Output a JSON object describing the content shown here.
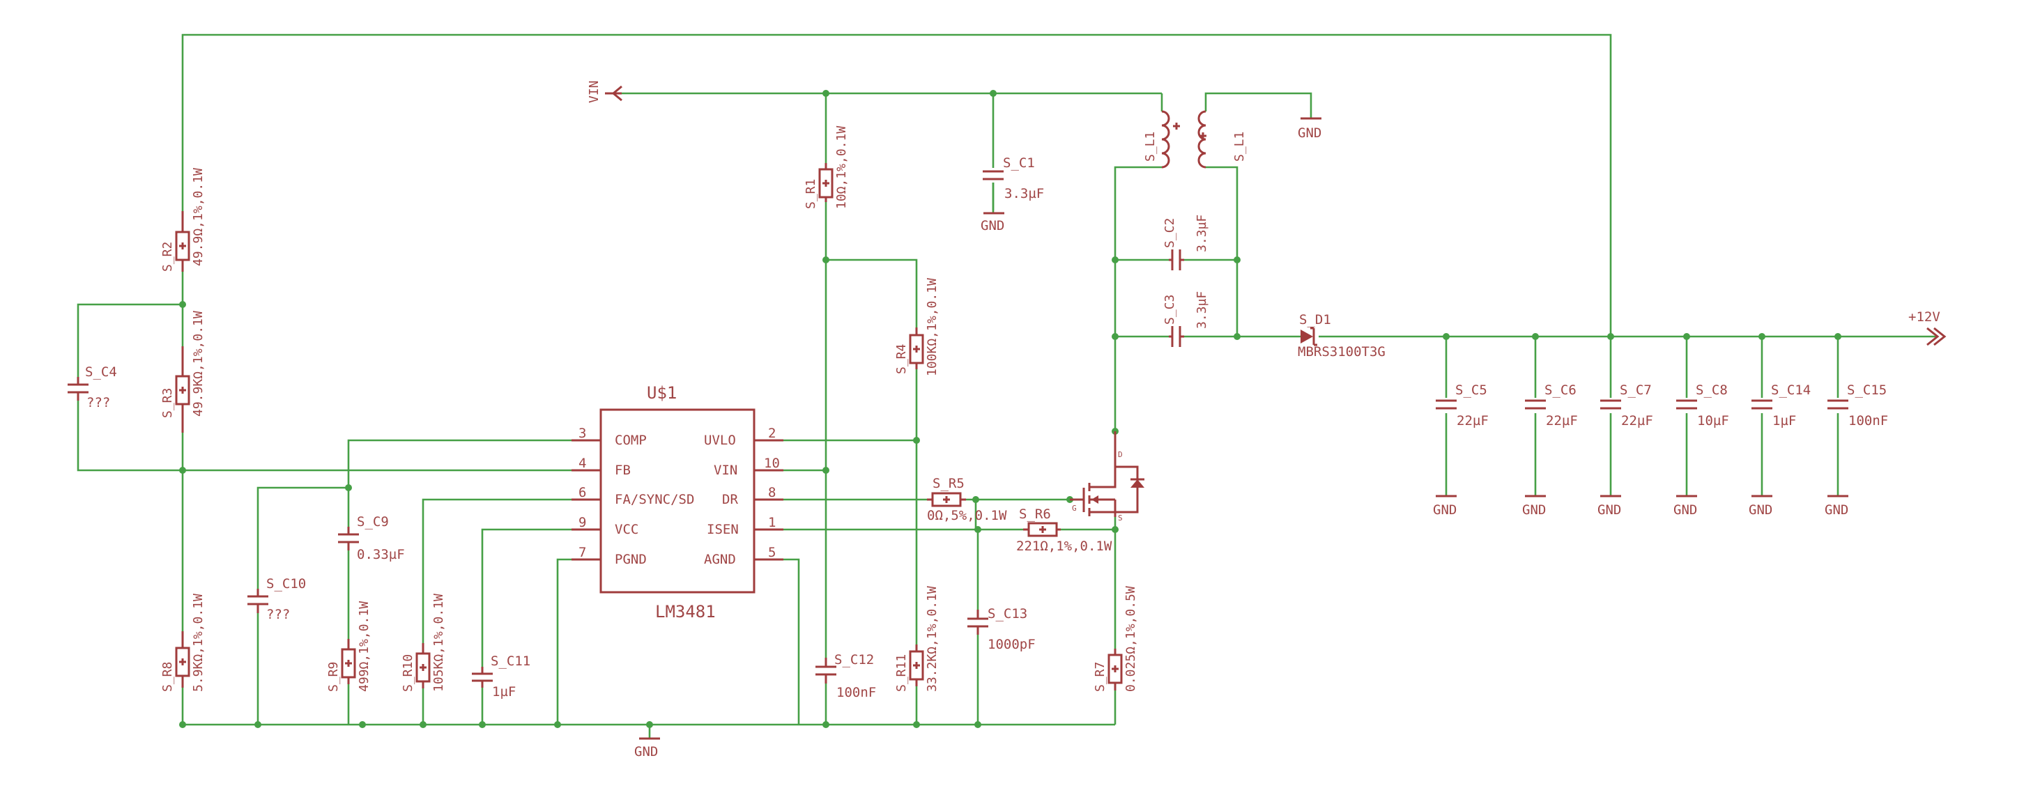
{
  "nets": {
    "vin": "VIN",
    "gnd": "GND",
    "out": "+12V"
  },
  "ic": {
    "ref": "U$1",
    "part": "LM3481",
    "pins": {
      "comp": {
        "num": "3",
        "name": "COMP"
      },
      "fb": {
        "num": "4",
        "name": "FB"
      },
      "fa": {
        "num": "6",
        "name": "FA/SYNC/SD"
      },
      "vcc": {
        "num": "9",
        "name": "VCC"
      },
      "pgnd": {
        "num": "7",
        "name": "PGND"
      },
      "uvlo": {
        "num": "2",
        "name": "UVLO"
      },
      "vin": {
        "num": "10",
        "name": "VIN"
      },
      "dr": {
        "num": "8",
        "name": "DR"
      },
      "isen": {
        "num": "1",
        "name": "ISEN"
      },
      "agnd": {
        "num": "5",
        "name": "AGND"
      }
    }
  },
  "resistors": {
    "r1": {
      "ref": "S_R1",
      "value": "10Ω,1%,0.1W"
    },
    "r2": {
      "ref": "S_R2",
      "value": "49.9Ω,1%,0.1W"
    },
    "r3": {
      "ref": "S_R3",
      "value": "49.9KΩ,1%,0.1W"
    },
    "r4": {
      "ref": "S_R4",
      "value": "100KΩ,1%,0.1W"
    },
    "r5": {
      "ref": "S_R5",
      "value": "0Ω,5%,0.1W"
    },
    "r6": {
      "ref": "S_R6",
      "value": "221Ω,1%,0.1W"
    },
    "r7": {
      "ref": "S_R7",
      "value": "0.025Ω,1%,0.5W"
    },
    "r8": {
      "ref": "S_R8",
      "value": "5.9KΩ,1%,0.1W"
    },
    "r9": {
      "ref": "S_R9",
      "value": "499Ω,1%,0.1W"
    },
    "r10": {
      "ref": "S_R10",
      "value": "105KΩ,1%,0.1W"
    },
    "r11": {
      "ref": "S_R11",
      "value": "33.2KΩ,1%,0.1W"
    }
  },
  "capacitors": {
    "c1": {
      "ref": "S_C1",
      "value": "3.3µF"
    },
    "c2": {
      "ref": "S_C2",
      "value": "3.3µF"
    },
    "c3": {
      "ref": "S_C3",
      "value": "3.3µF"
    },
    "c4": {
      "ref": "S_C4",
      "value": "???"
    },
    "c5": {
      "ref": "S_C5",
      "value": "22µF"
    },
    "c6": {
      "ref": "S_C6",
      "value": "22µF"
    },
    "c7": {
      "ref": "S_C7",
      "value": "22µF"
    },
    "c8": {
      "ref": "S_C8",
      "value": "10µF"
    },
    "c9": {
      "ref": "S_C9",
      "value": "0.33µF"
    },
    "c10": {
      "ref": "S_C10",
      "value": "???"
    },
    "c11": {
      "ref": "S_C11",
      "value": "1µF"
    },
    "c12": {
      "ref": "S_C12",
      "value": "100nF"
    },
    "c13": {
      "ref": "S_C13",
      "value": "1000pF"
    },
    "c14": {
      "ref": "S_C14",
      "value": "1µF"
    },
    "c15": {
      "ref": "S_C15",
      "value": "100nF"
    }
  },
  "inductor": {
    "ref": "S_L1"
  },
  "diode": {
    "ref": "S_D1",
    "value": "MBRS3100T3G"
  },
  "mosfet": {
    "gate": "G",
    "drain": "D",
    "source": "S"
  },
  "colors": {
    "wire": "#46a046",
    "part": "#a03c3c",
    "text": "#a04646"
  }
}
